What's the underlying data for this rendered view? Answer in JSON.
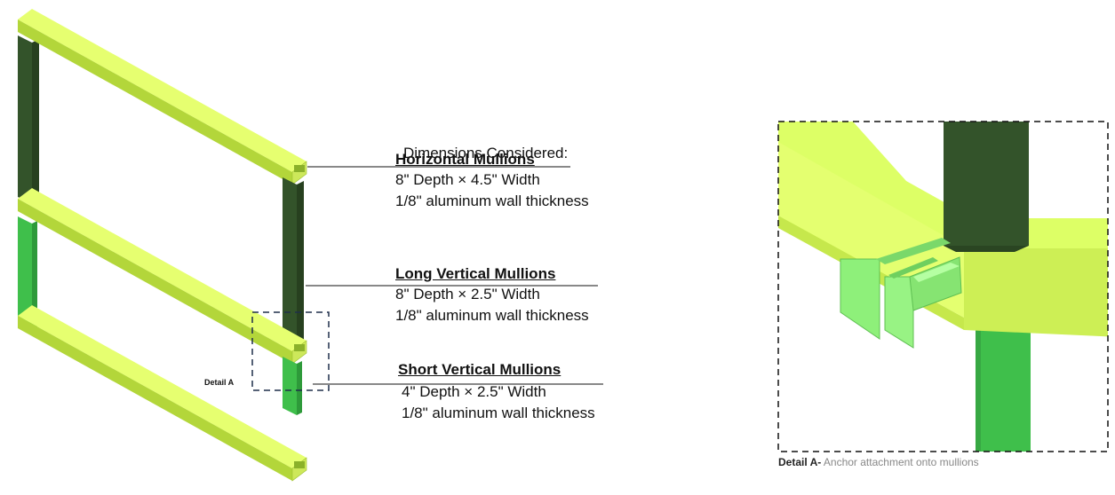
{
  "heading": "Dimensions Considered:",
  "callouts": [
    {
      "title": "Horizontal Mullions",
      "line1": "8\" Depth × 4.5\" Width",
      "line2": "1/8\" aluminum wall thickness"
    },
    {
      "title": "Long Vertical Mullions",
      "line1": "8\" Depth × 2.5\" Width",
      "line2": "1/8\" aluminum wall thickness"
    },
    {
      "title": "Short Vertical Mullions",
      "line1": "4\" Depth × 2.5\" Width",
      "line2": "1/8\" aluminum wall thickness"
    }
  ],
  "detail_label": "Detail A",
  "caption": {
    "bold": "Detail A-",
    "text": " Anchor attachment onto mullions"
  },
  "colors": {
    "mullion_top": "#e6ff70",
    "mullion_face": "#b3d63a",
    "mullion_side": "#cde85a",
    "long_vertical": "#33532a",
    "short_vertical": "#3fbf4b",
    "anchor": "#8ef07a"
  }
}
